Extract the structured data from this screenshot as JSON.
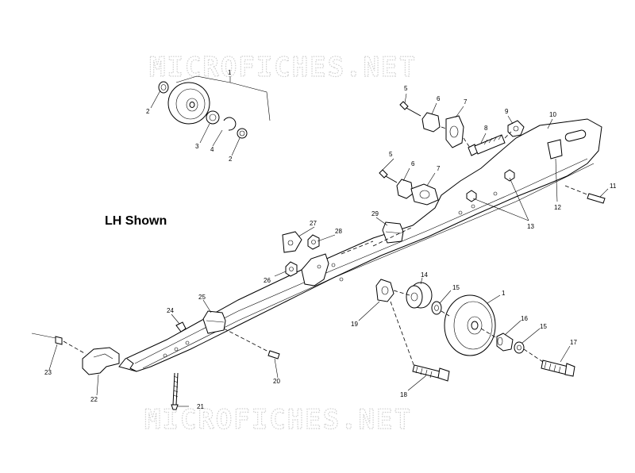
{
  "watermark": {
    "top": "MICROFICHES.NET",
    "bottom": "MICROFICHES.NET"
  },
  "title": "LH Shown",
  "callouts": {
    "c1_top": "1",
    "c2_left": "2",
    "c3": "3",
    "c4": "4",
    "c2_right": "2",
    "c5_a": "5",
    "c6_a": "6",
    "c7_a": "7",
    "c8": "8",
    "c9": "9",
    "c10": "10",
    "c5_b": "5",
    "c6_b": "6",
    "c7_b": "7",
    "c11": "11",
    "c12": "12",
    "c13": "13",
    "c29": "29",
    "c27": "27",
    "c28": "28",
    "c26": "26",
    "c14": "14",
    "c15_a": "15",
    "c1_wheel": "1",
    "c19": "19",
    "c16": "16",
    "c15_b": "15",
    "c17": "17",
    "c25": "25",
    "c24": "24",
    "c23": "23",
    "c22": "22",
    "c20": "20",
    "c21": "21",
    "c18": "18"
  }
}
